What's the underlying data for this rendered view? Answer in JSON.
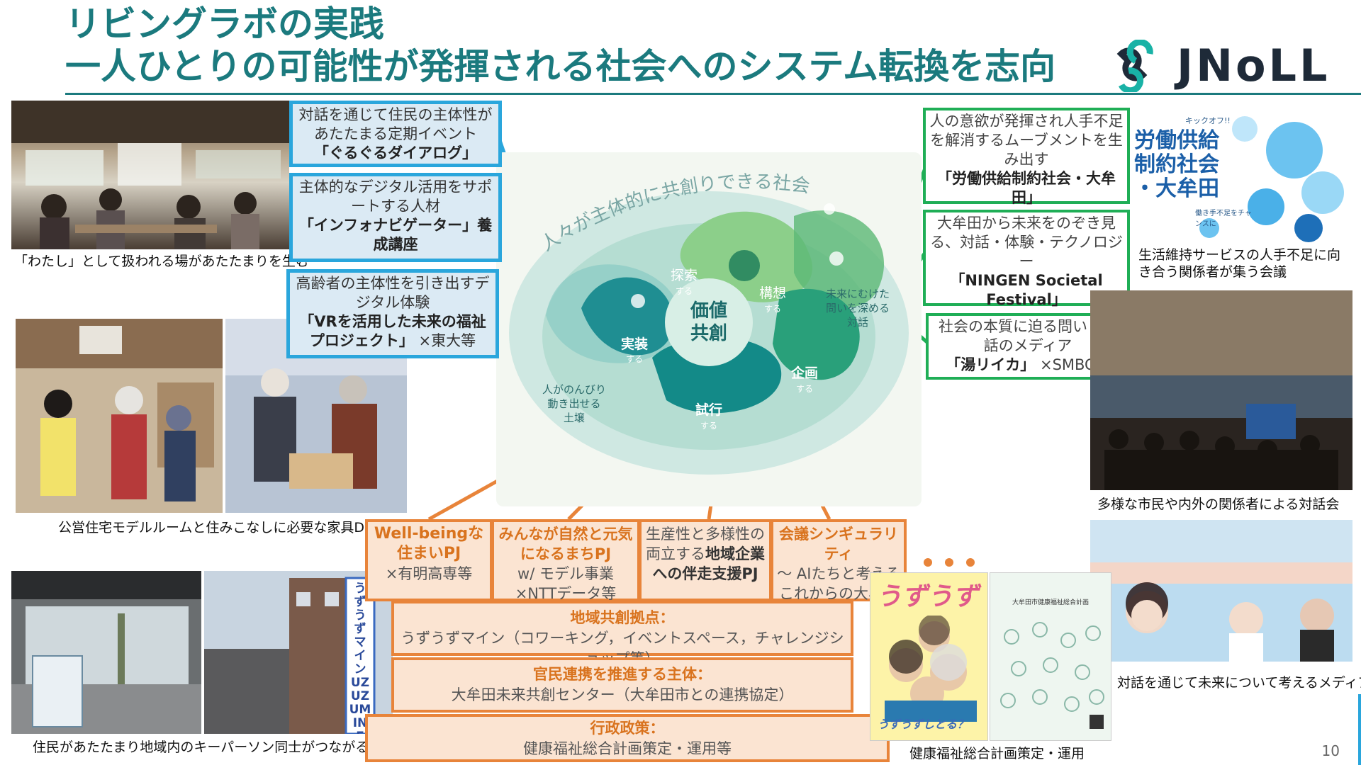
{
  "title": {
    "line1": "リビングラボの実践",
    "line2": "一人ひとりの可能性が発揮される社会へのシステム転換を志向"
  },
  "logo": {
    "text": "JNoLL"
  },
  "left_photos": {
    "caption1": "「わたし」として扱われる場があたたまりを生む",
    "caption2": "公営住宅モデルルームと住みこなしに必要な家具DIY",
    "caption3": "住民があたたまり地域内のキーパーソン同士がつながる場",
    "sign_text": "うずうずマイン UZUZUMINE"
  },
  "blue_boxes": [
    {
      "text": "対話を通じて住民の主体性があたたまる定期イベント",
      "bold": "「ぐるぐるダイアログ」",
      "suffix": ""
    },
    {
      "text": "主体的なデジタル活用をサポートする人材",
      "bold": "「インフォナビゲーター」養成講座",
      "suffix": ""
    },
    {
      "text": "高齢者の主体性を引き出すデジタル体験",
      "bold": "「VRを活用した未来の福祉プロジェクト」",
      "suffix": "×東大等"
    }
  ],
  "green_boxes": [
    {
      "text": "人の意欲が発揮され人手不足を解消するムーブメントを生み出す",
      "bold": "「労働供給制約社会・大牟田」",
      "suffix": ""
    },
    {
      "text": "大牟田から未来をのぞき見る、対話・体験・テクノロジー",
      "bold": "「NINGEN Societal Festival」",
      "suffix": ""
    },
    {
      "text": "社会の本質に迫る問いと対話のメディア",
      "bold": "「湯リイカ」",
      "suffix": "×SMBC等"
    }
  ],
  "diagram": {
    "arc_text": "人々が主体的に共創りできる社会",
    "center": [
      "価値",
      "共創"
    ],
    "nodes": {
      "explore": [
        "探索",
        "する"
      ],
      "concept": [
        "構想",
        "する"
      ],
      "implement": [
        "実装",
        "する"
      ],
      "plan": [
        "企画",
        "する"
      ],
      "trial": [
        "試行",
        "する"
      ]
    },
    "left_note": [
      "人がのんびり",
      "動き出せる",
      "土壌"
    ],
    "right_note": [
      "未来にむけた",
      "問いを深める",
      "対話"
    ]
  },
  "right_panel": {
    "poster_kicker": "キックオフ!!",
    "poster_title": [
      "労働供給",
      "制約社会",
      "・大牟田"
    ],
    "poster_sub": "働き手不足をチャンスに",
    "caption1": "生活維持サービスの人手不足に向き合う関係者が集う会議",
    "caption2": "多様な市民や内外の関係者による対話会",
    "caption3": "対話を通じて未来について考えるメディア"
  },
  "orange_projects": [
    {
      "bold": "Well-beingな住まいPJ",
      "text": "×有明高専等"
    },
    {
      "bold": "みんなが自然と元気になるまちPJ",
      "text": "w/ モデル事業×NTTデータ等"
    },
    {
      "text1": "生産性と多様性の両立する",
      "bold": "地域企業への伴走支援PJ"
    },
    {
      "bold": "会議シンギュラリティ",
      "text": "～ AIたちと考えるこれからの大牟田"
    }
  ],
  "bars": [
    {
      "title": "地域共創拠点：",
      "text": "うずうずマイン（コワーキング，イベントスペース，チャレンジショップ等）"
    },
    {
      "title": "官民連携を推進する主体：",
      "text": "大牟田未来共創センター（大牟田市との連携協定）"
    },
    {
      "title": "行政政策：",
      "text": "健康福祉総合計画策定・運用等"
    }
  ],
  "plan_docs": {
    "doc1_title": "うずうず",
    "doc1_bottom": "うずうずしとる？",
    "doc2_title": "大牟田市健康福祉総合計画",
    "caption": "健康福祉総合計画策定・運用"
  },
  "page_number": "10",
  "colors": {
    "teal": "#1b7a7e",
    "blue": "#2aa6dc",
    "green": "#1fae56",
    "orange": "#e8843a"
  }
}
